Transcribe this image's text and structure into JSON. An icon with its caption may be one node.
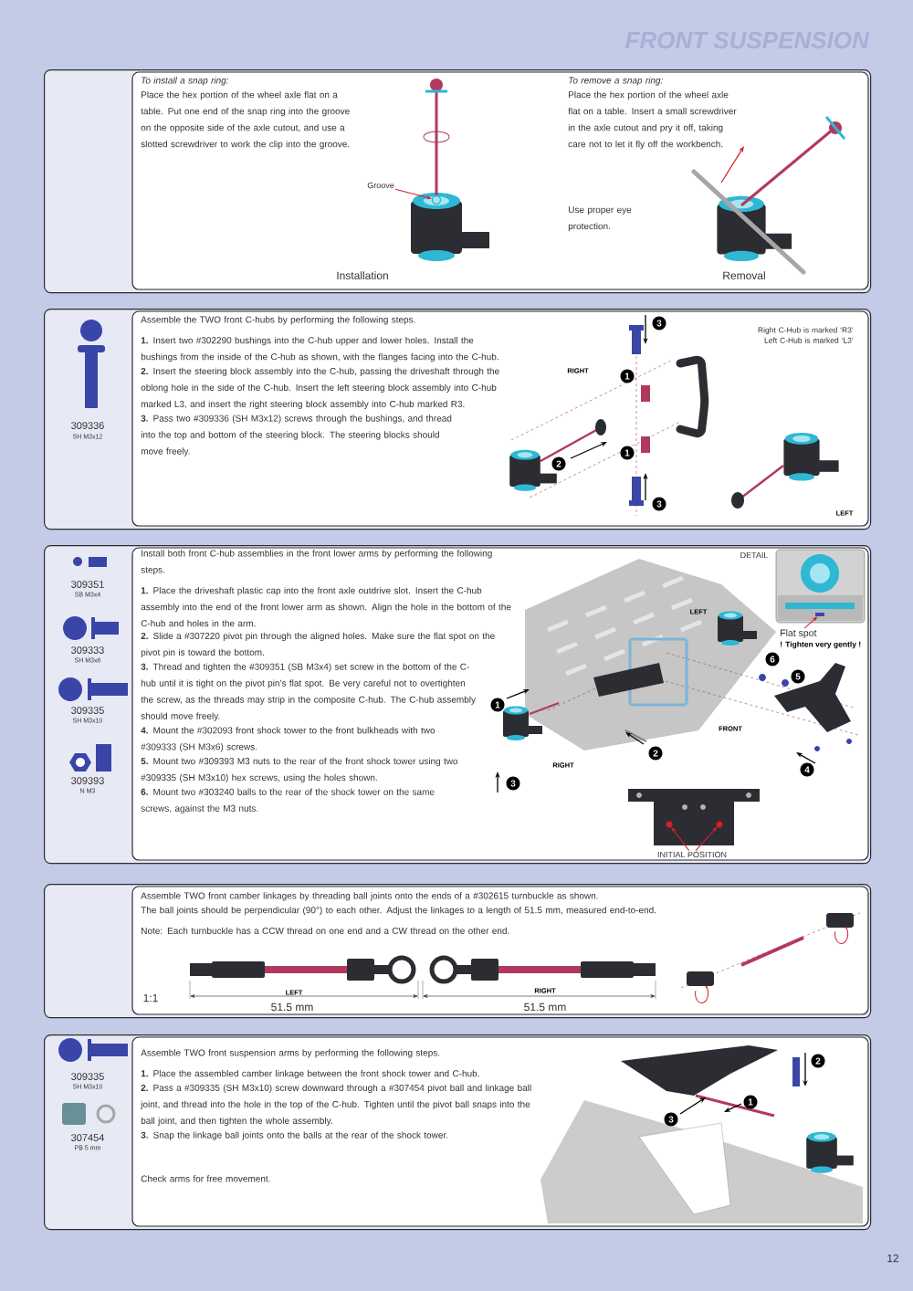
{
  "diagram": {
    "title": "FRONT SUSPENSION",
    "nodes": [
      {
        "text": [
          "To install a snap ring:",
          "Place the hex portion of the wheel axle flat on a table. Put one end of the snap ring into the groove on the opposite side of the axle cutout, and use a slotted screwdriver to work the clip into the groove.",
          "To remove a snap ring:",
          "Place the hex portion of the wheel axle flat on a table. Insert a small screwdriver in the axle cutout and pry it off, taking care not to let it fly off the workbench.",
          "Use proper eye protection.",
          "Installation",
          "Removal"
        ]
      },
      {
        "text": [
          "Groove"
        ],
        "in": 0
      },
      {
        "text": [],
        "shape": "circle",
        "in": 0
      },
      {
        "text": [
          "Assemble the TWO front C-hubs by performing the following steps.",
          "**1.** Insert two #302290 bushings into the C-hub upper and lower holes. Install the bushings from the inside of the C-hub as shown, with the flanges facing into the C-hub.",
          "**2.** Insert the steering block assembly into the C-hub, passing the driveshaft through the oblong hole in the side of the C-hub. Insert the left steering block assembly into C-hub marked L3, and insert the right steering block assembly into C-hub marked R3.",
          "**3.** Pass two #309336 (SH M3x12) screws through the bushings, and thread into the top and bottom of the steering block. The steering blocks should move freely.",
          "Right C-Hub is marked ‘R3’",
          "Left C-Hub is marked ‘L3’"
        ]
      },
      {
        "text": [
          "Install both front C-hub assemblies in the front lower arms by performing the following steps.",
          "**1.** Place the driveshaft plastic cap into the front axle outdrive slot. Insert the C-hub assembly into the end of the front lower arm as shown. Align the hole in the bottom of the C-hub and holes in the arm.",
          "**2.** Slide a #307220 pivot pin through the aligned holes. Make sure the flat spot on the pivot pin is toward the bottom.",
          "**3.** Thread and tighten the #309351 (SB M3x4) set screw in the bottom of the C-hub until it is tight on the pivot pin’s flat spot. Be very careful not to overtighten the screw, as the threads may strip in the composite C-hub. The C-hub assembly should move freely.",
          "**4.** Mount the #302093 front shock tower to the front bulkheads with two #309333 (SH M3x6) screws.",
          "**5.** Mount two #309393 M3 nuts to the rear of the front shock tower using two #309335 (SH M3x10) hex screws, using the holes shown.",
          "**6.** Mount two #303240 balls to the rear of the shock tower on the same screws, against the M3 nuts."
        ]
      },
      {
        "text": [
          "Flat spot"
        ],
        "beside": [
          "! Tighten very gently !"
        ],
        "in": 4
      },
      {
        "text": [],
        "shape": "bar",
        "in": 4
      },
      {
        "text": [
          "INITIAL POSITION"
        ],
        "in": 4
      },
      {
        "text": [],
        "shape": "circle",
        "in": 4
      },
      {
        "text": [],
        "shape": "circle",
        "in": 4
      },
      {
        "text": [
          "Assemble TWO front camber linkages by threading ball joints onto the ends of a #302615 turnbuckle as shown.",
          "The ball joints should be perpendicular (90°) to each other. Adjust the linkages to a length of 51.5 mm, measured end-to-end.",
          "Note: Each turnbuckle has a CCW thread on  one end and a CW thread on the other end."
        ]
      },
      {
        "text": [
          "Assemble TWO front suspension arms by performing the following steps.",
          "**1.** Place the assembled camber linkage between the front shock tower and C-hub.",
          "**2.** Pass a #309335 (SH M3x10) screw downward through a #307454 pivot ball and linkage ball joint, and thread into the hole in the top of the C-hub. Tighten until the pivot ball snaps into the ball joint, and then tighten the whole assembly.",
          "**3.** Snap the linkage ball joints onto the balls at the rear of the shock tower.",
          "Check arms for free movement."
        ]
      }
    ],
    "edges": [
      {
        "from": 1,
        "to": 2,
        "arrow": "to"
      },
      {
        "from": 5,
        "to": 6,
        "arrow": "to"
      },
      {
        "from": 7,
        "to": 8,
        "arrow": "to"
      },
      {
        "from": 7,
        "to": 9,
        "arrow": "to"
      }
    ],
    "labels": [
      "309336",
      "SH M3x12",
      "3",
      "RIGHT",
      "1",
      "2",
      "1",
      "3",
      "LEFT",
      "309351",
      "SB M3x4",
      "DETAIL",
      "LEFT",
      "6",
      "5",
      "309333",
      "SH M3x6",
      "1",
      "309335",
      "SH M3x10",
      "FRONT",
      "2",
      "RIGHT",
      "4",
      "309393",
      "N M3",
      "3",
      "1:1",
      "LEFT",
      "RIGHT",
      "51.5 mm",
      "51.5 mm",
      "309335",
      "SH M3x10",
      "2",
      "1",
      "3",
      "307454",
      "PB 5 mm",
      "12"
    ]
  }
}
